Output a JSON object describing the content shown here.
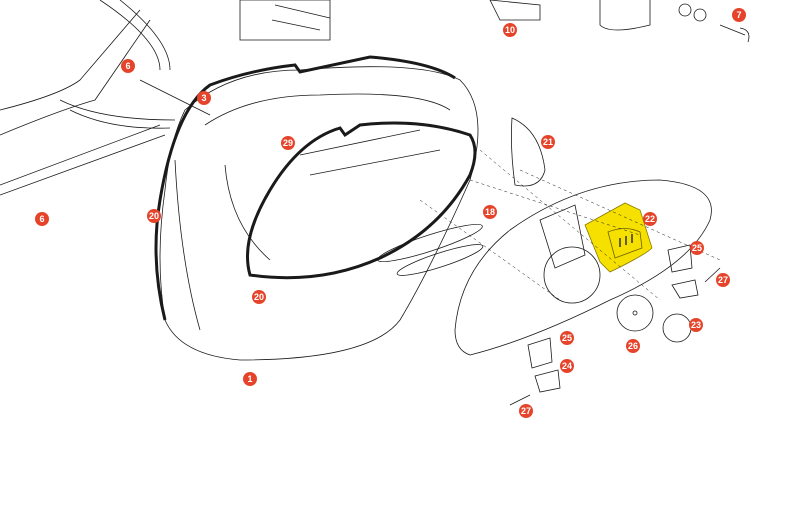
{
  "diagram": {
    "colors": {
      "callout": "#e5442b",
      "highlight": "#f5e000",
      "line": "#1a1a1a"
    },
    "callouts": [
      {
        "id": "c10",
        "label": "10"
      },
      {
        "id": "c7",
        "label": "7"
      },
      {
        "id": "c6a",
        "label": "6"
      },
      {
        "id": "c3",
        "label": "3"
      },
      {
        "id": "c29",
        "label": "29"
      },
      {
        "id": "c21",
        "label": "21"
      },
      {
        "id": "c20a",
        "label": "20"
      },
      {
        "id": "c18",
        "label": "18"
      },
      {
        "id": "c22",
        "label": "22"
      },
      {
        "id": "c25a",
        "label": "25"
      },
      {
        "id": "c27a",
        "label": "27"
      },
      {
        "id": "c6b",
        "label": "6"
      },
      {
        "id": "c20b",
        "label": "20"
      },
      {
        "id": "c1",
        "label": "1"
      },
      {
        "id": "c25b",
        "label": "25"
      },
      {
        "id": "c24",
        "label": "24"
      },
      {
        "id": "c26",
        "label": "26"
      },
      {
        "id": "c23",
        "label": "23"
      },
      {
        "id": "c27b",
        "label": "27"
      }
    ]
  }
}
